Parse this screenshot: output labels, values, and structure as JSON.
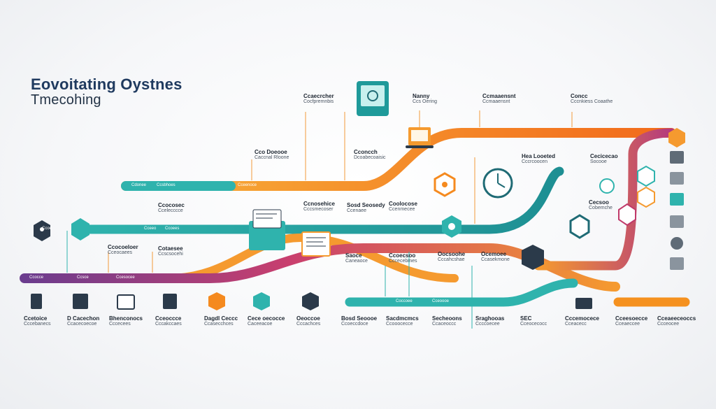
{
  "title": {
    "line1": "Eovoitating Oystnes",
    "line2": "Tmecohing"
  },
  "colors": {
    "teal": "#2fb3ad",
    "teal_dark": "#1f8c8e",
    "orange": "#f58a1f",
    "orange_light": "#f7b03a",
    "purple": "#7a3f8c",
    "magenta": "#b83a78",
    "navy": "#2b3a4a",
    "gray": "#5f6b77"
  },
  "top_labels": [
    {
      "heading": "Ccaecrcher",
      "text": "Cocfpremnbis"
    },
    {
      "heading": "Nanny",
      "text": "Ccs Oering"
    },
    {
      "heading": "Ccmaaensnt",
      "text": "Ccmaaensnt"
    },
    {
      "heading": "Concc",
      "text": "Cccnkiess Coaathe"
    }
  ],
  "mid_labels": [
    {
      "heading": "Cco Doeooe",
      "text": "Caccnal Rloone"
    },
    {
      "heading": "Cconcch",
      "text": "Dcoabecoaisic"
    },
    {
      "heading": "Hea Looeted",
      "text": "Cccrcoocen"
    },
    {
      "heading": "Cecicecao",
      "text": "Socooe"
    },
    {
      "heading": "Ccocosec",
      "text": "Ccelecccce"
    },
    {
      "heading": "Ccnosehice",
      "text": "Cccsmecoser"
    },
    {
      "heading": "Sosd Seosedy",
      "text": "Ccenaee"
    },
    {
      "heading": "Coolocose",
      "text": "Ccenmecee"
    },
    {
      "heading": "Ccocoeloer",
      "text": "Cceocaees"
    },
    {
      "heading": "Cotaesee",
      "text": "Ccscsocehi"
    },
    {
      "heading": "Saoce",
      "text": "Caneaoce"
    },
    {
      "heading": "Ccoecsoo",
      "text": "Cccecebmes"
    },
    {
      "heading": "Oocsoohe",
      "text": "Cccahcshae"
    },
    {
      "heading": "Ocemoee",
      "text": "Ccasekmone"
    },
    {
      "heading": "Cecsoo",
      "text": "Cobemche"
    }
  ],
  "bottom_labels": [
    {
      "heading": "Ccetoice",
      "text": "Cccebanecs"
    },
    {
      "heading": "D Cacechon",
      "text": "Ccacecoecoe"
    },
    {
      "heading": "Bhenconocs",
      "text": "Cccecees"
    },
    {
      "heading": "Cceoccce",
      "text": "Cccakccaes"
    },
    {
      "heading": "Dagdl Ceccc",
      "text": "Ccasecchces"
    },
    {
      "heading": "Cece oecocce",
      "text": "Caceeacoe"
    },
    {
      "heading": "Oeoccoe",
      "text": "Cccachces"
    },
    {
      "heading": "Bosd Seoooe",
      "text": "Ccoeccdoce"
    },
    {
      "heading": "Sacdmcmcs",
      "text": "Ccooocecce"
    },
    {
      "heading": "Secheoons",
      "text": "Ccaceoccc"
    },
    {
      "heading": "Sraghooas",
      "text": "Ccccoecee"
    },
    {
      "heading": "SEC",
      "text": "Cceocecocc"
    },
    {
      "heading": "Cccemocece",
      "text": "Cceacecc"
    },
    {
      "heading": "Cceesoecce",
      "text": "Cceaeccee"
    },
    {
      "heading": "Cceaeeceoccs",
      "text": "Ccceocee"
    }
  ],
  "path_markers": [
    "Cdonee",
    "Ccsbhoes",
    "Cceenoce",
    "Ccocce",
    "Ccsce",
    "Ccesocee",
    "Ccoe",
    "Cceeo",
    "Ccoees",
    "Coccoee",
    "Cceoooe"
  ],
  "icons": [
    "person-hex-icon",
    "sticky-note-icon",
    "laptop-icon",
    "chart-panel-icon",
    "clock-icon",
    "gear-icon",
    "chat-bubble-icon",
    "warning-triangle-icon",
    "camera-icon",
    "cloud-icon",
    "document-icon",
    "monitor-icon",
    "eye-icon",
    "phone-icon",
    "server-icon",
    "location-pin-icon",
    "settings-icon",
    "flag-icon",
    "video-icon",
    "cpu-icon"
  ]
}
